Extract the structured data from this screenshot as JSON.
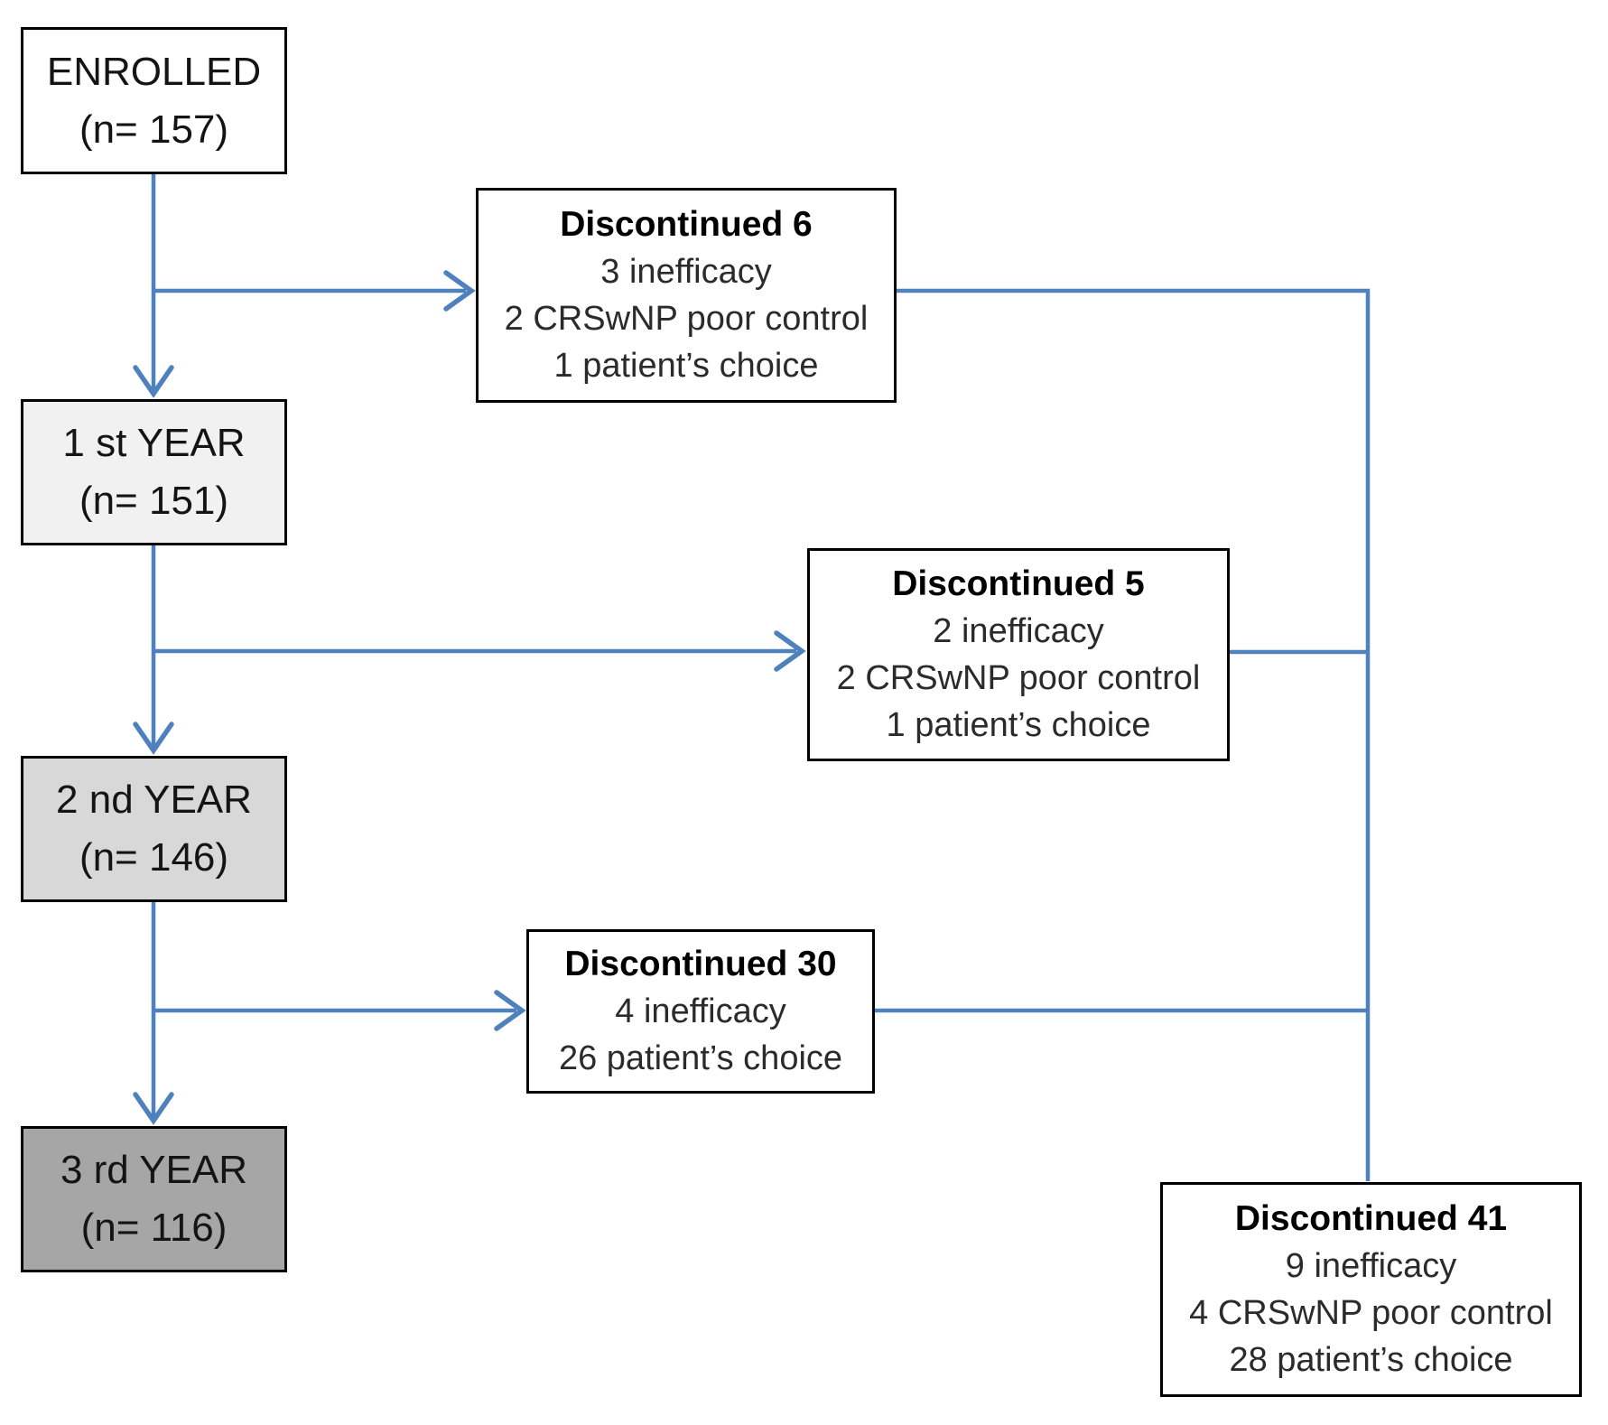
{
  "diagram": {
    "stages": [
      {
        "label": "ENROLLED",
        "count": "(n= 157)"
      },
      {
        "label": "1 st YEAR",
        "count": "(n= 151)"
      },
      {
        "label": "2 nd YEAR",
        "count": "(n= 146)"
      },
      {
        "label": "3 rd YEAR",
        "count": "(n= 116)"
      }
    ],
    "discontinued": [
      {
        "title": "Discontinued 6",
        "reasons": [
          "3 inefficacy",
          "2 CRSwNP poor control",
          "1 patient’s choice"
        ]
      },
      {
        "title": "Discontinued 5",
        "reasons": [
          "2 inefficacy",
          "2 CRSwNP poor control",
          "1 patient’s choice"
        ]
      },
      {
        "title": "Discontinued 30",
        "reasons": [
          "4 inefficacy",
          "26 patient’s choice"
        ]
      },
      {
        "title": "Discontinued 41",
        "reasons": [
          "9 inefficacy",
          "4 CRSwNP poor control",
          "28 patient’s choice"
        ]
      }
    ],
    "colors": {
      "connector_blue": "#4f81bd",
      "border_black": "#000000",
      "stage_fills": [
        "#ffffff",
        "#f1f1f1",
        "#d8d8d8",
        "#a6a6a6"
      ]
    }
  }
}
